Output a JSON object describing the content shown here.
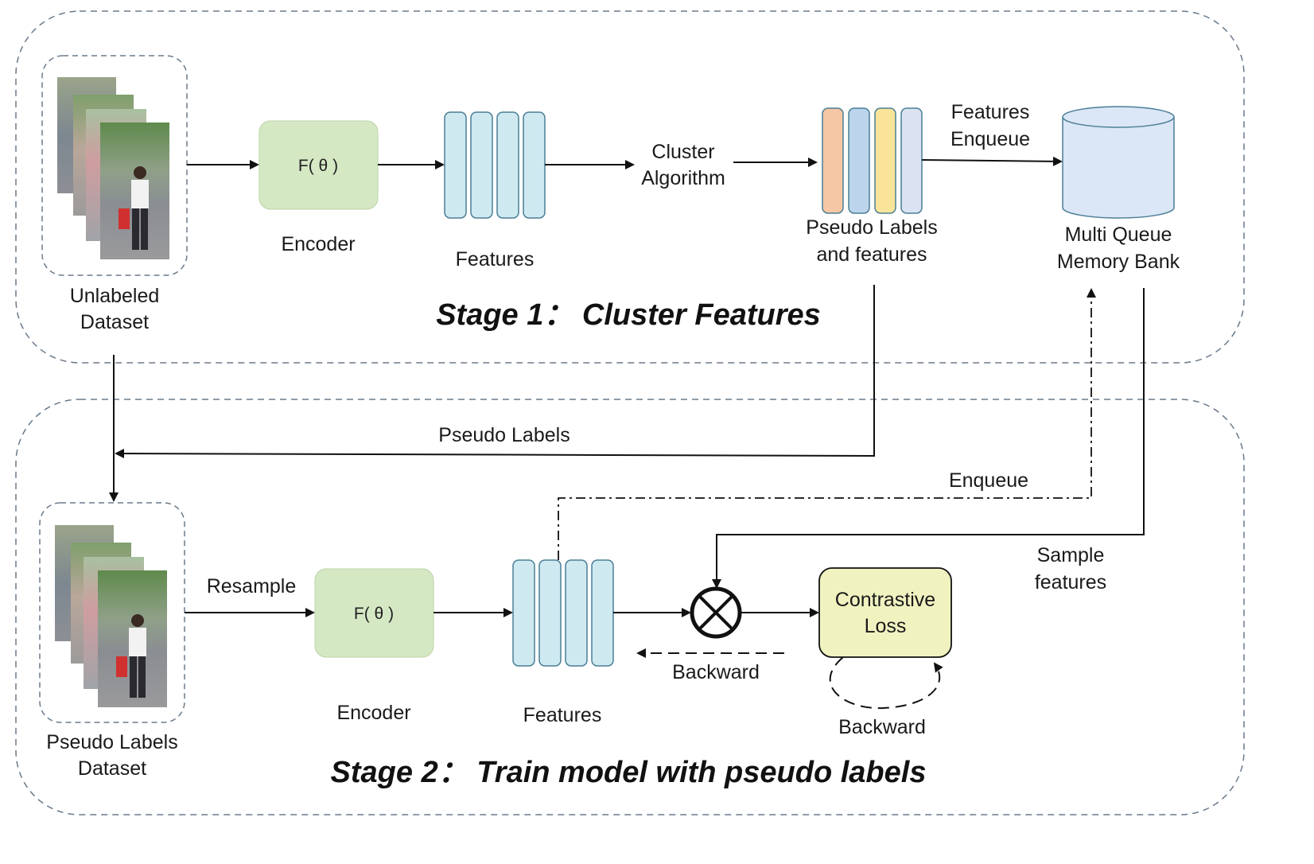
{
  "stage1": {
    "title": "Stage 1： Cluster Features",
    "dataset_label": [
      "Unlabeled",
      "Dataset"
    ],
    "encoder_text": "F( θ )",
    "encoder_label": "Encoder",
    "features_label": "Features",
    "cluster_label": [
      "Cluster",
      "Algorithm"
    ],
    "pseudo_features_label": [
      "Pseudo Labels",
      "and features"
    ],
    "enqueue_label": [
      "Features",
      "Enqueue"
    ],
    "memory_bank_label": [
      "Multi Queue",
      "Memory Bank"
    ]
  },
  "stage2": {
    "title": "Stage 2： Train model with pseudo labels",
    "dataset_label": [
      "Pseudo Labels",
      "Dataset"
    ],
    "resample_label": "Resample",
    "encoder_text": "F( θ )",
    "encoder_label": "Encoder",
    "features_label": "Features",
    "pseudo_labels_label": "Pseudo Labels",
    "enqueue_label": "Enqueue",
    "sample_label": [
      "Sample",
      "features"
    ],
    "loss_label": [
      "Contrastive",
      "Loss"
    ],
    "backward_label": "Backward",
    "backward_loop_label": "Backward"
  },
  "colors": {
    "encoder_fill": "#d5e8c4",
    "feature_fill": "#cfe9f1",
    "feature_stroke": "#4a7f96",
    "pseudo_orange": "#f5c7a4",
    "pseudo_blue": "#bcd4ec",
    "pseudo_yellow": "#fae49a",
    "pseudo_lavender": "#dbe3f3",
    "cylinder_fill": "#dbe6f6",
    "loss_fill": "#f0f3c0",
    "stage_border": "#6a7a8a"
  }
}
